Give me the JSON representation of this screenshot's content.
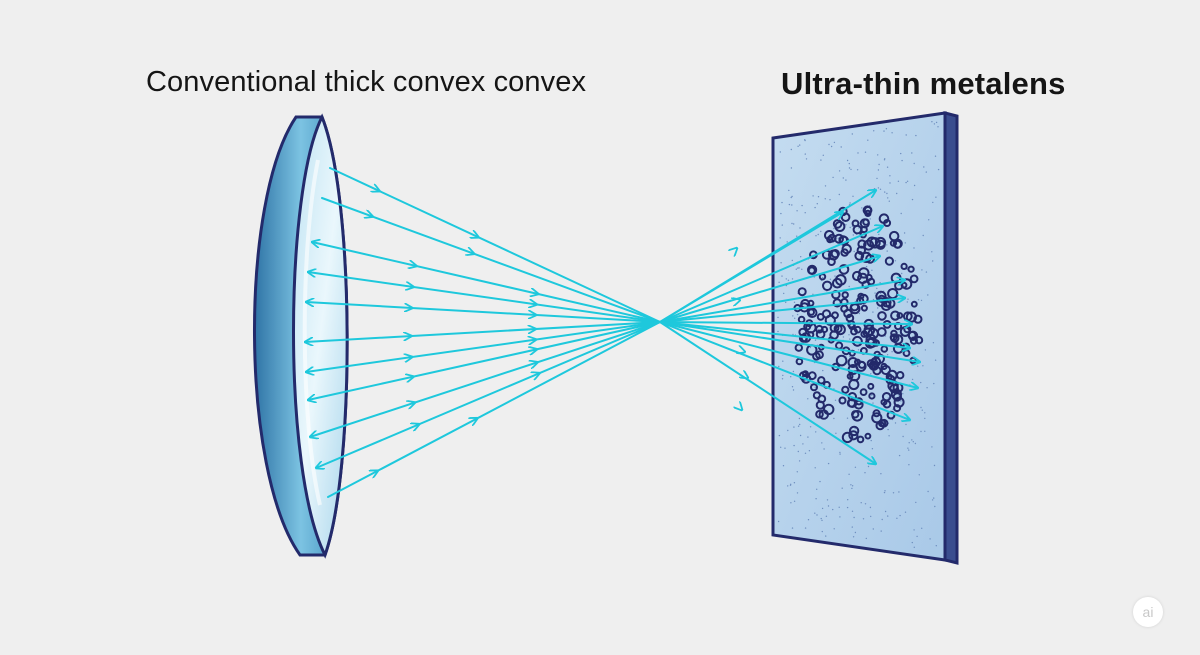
{
  "labels": {
    "left": "Conventional thick convex convex",
    "right": "Ultra-thin metalens"
  },
  "badge": {
    "text": "ai"
  },
  "colors": {
    "background": "#efefef",
    "ray": "#1ec8dc",
    "outline": "#232a6b",
    "lens_rim": "#4a9cc8",
    "lens_face": "#d4eef8",
    "metalens_face": "#b6d2ec",
    "nanostructure": "#232a6b"
  },
  "icons": {
    "badge": "ai-watermark-icon"
  }
}
